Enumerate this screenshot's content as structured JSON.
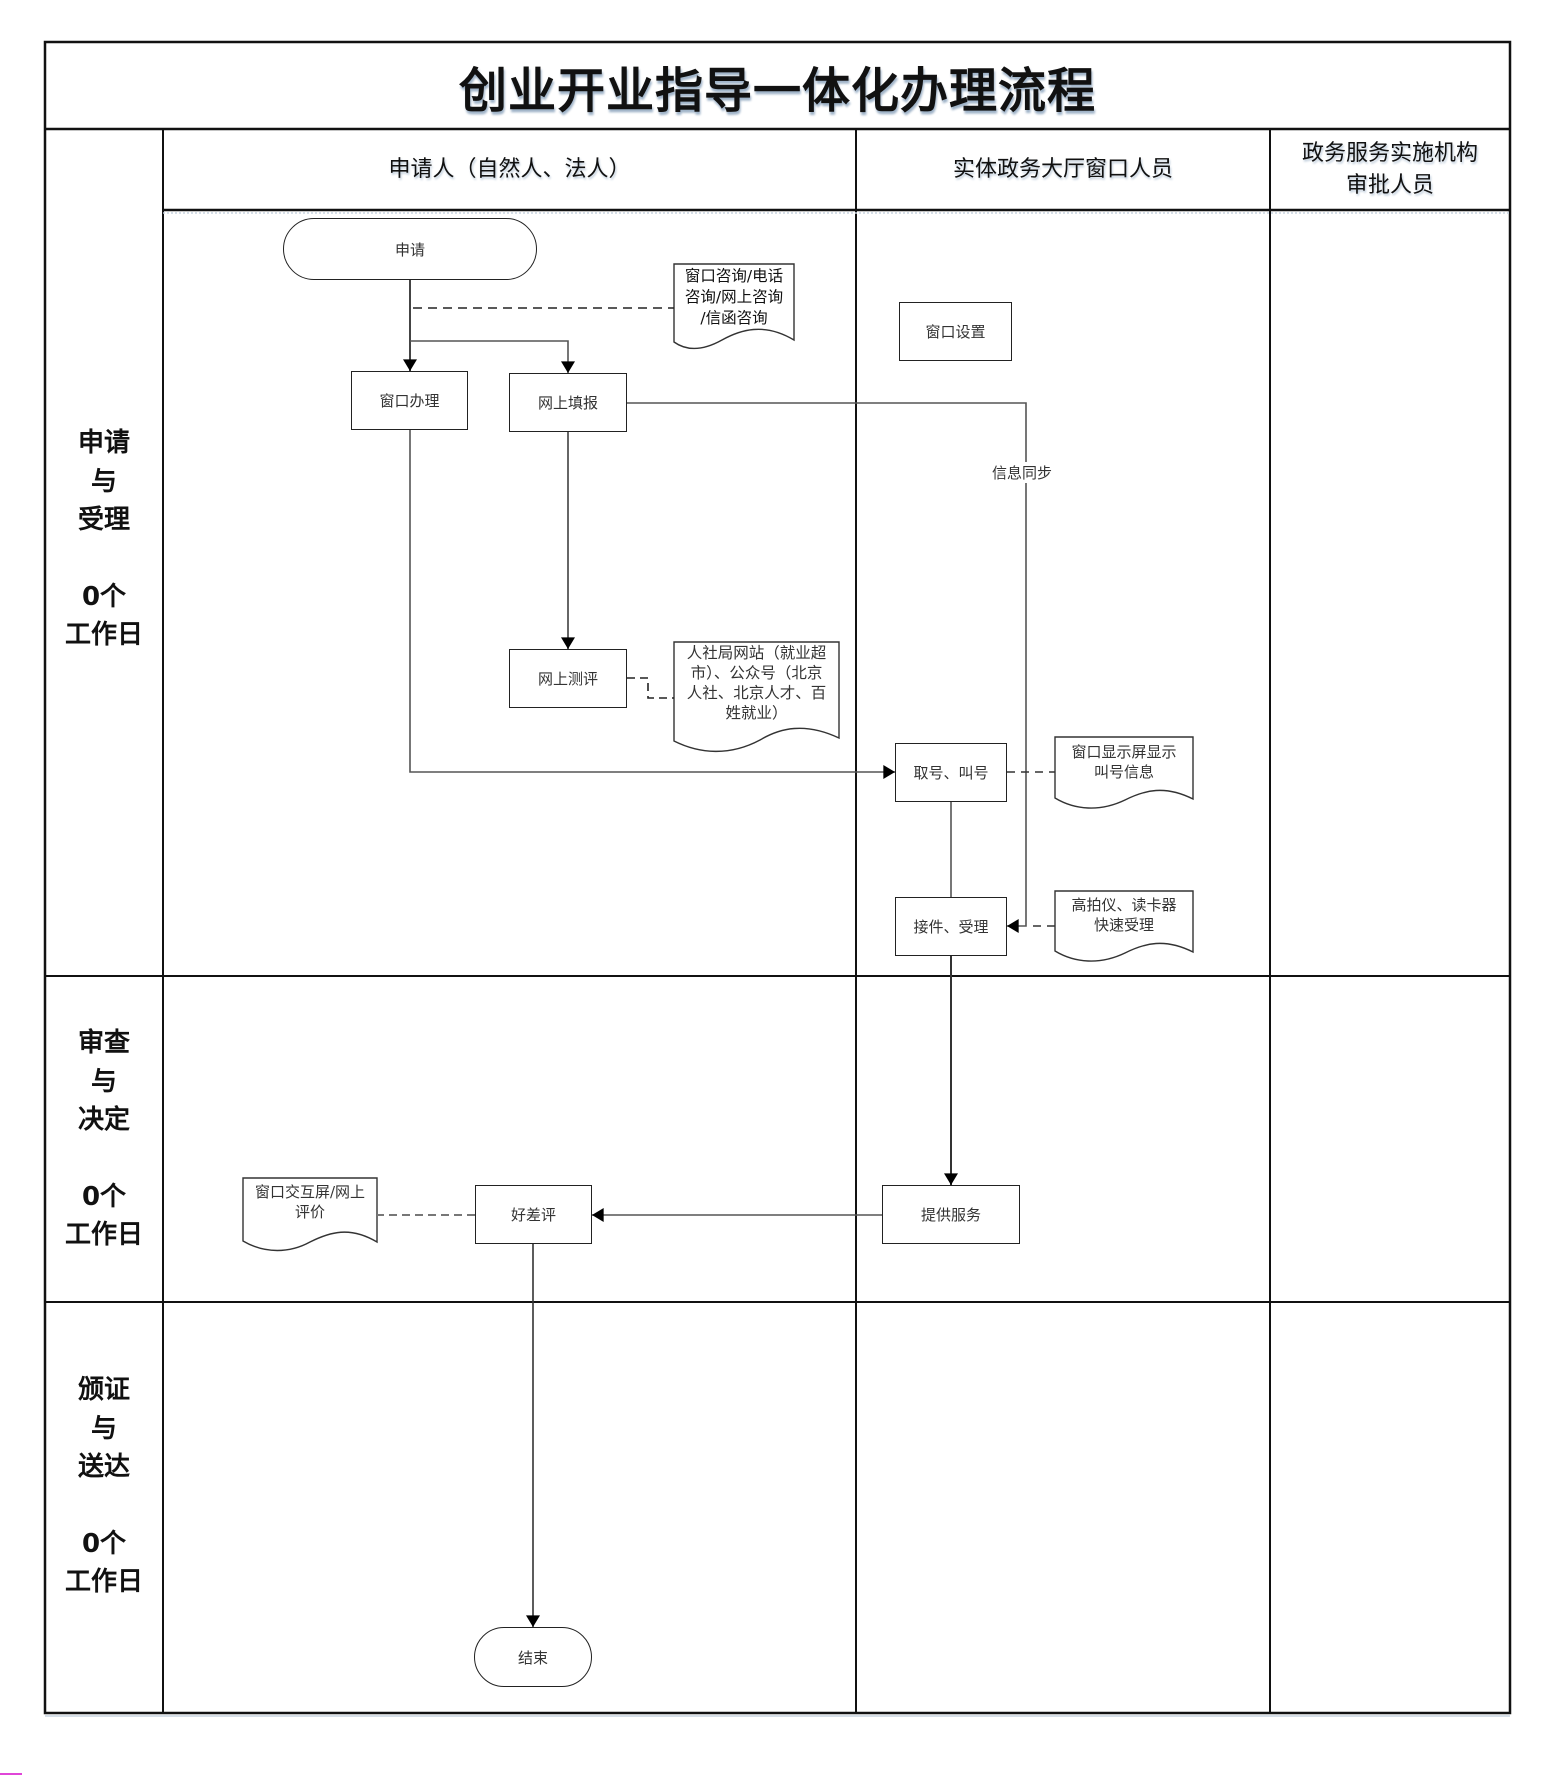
{
  "title": "创业开业指导一体化办理流程",
  "lanes": [
    {
      "id": "applicant",
      "label": "申请人（自然人、法人）"
    },
    {
      "id": "window_staff",
      "label": "实体政务大厅窗口人员"
    },
    {
      "id": "approver",
      "label_lines": [
        "政务服务实施机构",
        "审批人员"
      ]
    }
  ],
  "phases": [
    {
      "id": "apply",
      "name_lines": [
        "申请",
        "与",
        "受理"
      ],
      "duration_lines": [
        "0个",
        "工作日"
      ]
    },
    {
      "id": "review",
      "name_lines": [
        "审查",
        "与",
        "决定"
      ],
      "duration_lines": [
        "0个",
        "工作日"
      ]
    },
    {
      "id": "issue",
      "name_lines": [
        "颁证",
        "与",
        "送达"
      ],
      "duration_lines": [
        "0个",
        "工作日"
      ]
    }
  ],
  "nodes": {
    "start": {
      "label": "申请",
      "shape": "terminator",
      "lane": "applicant",
      "phase": "apply"
    },
    "window_handle": {
      "label": "窗口办理",
      "shape": "process",
      "lane": "applicant",
      "phase": "apply"
    },
    "online_fill": {
      "label": "网上填报",
      "shape": "process",
      "lane": "applicant",
      "phase": "apply"
    },
    "online_assess": {
      "label": "网上测评",
      "shape": "process",
      "lane": "applicant",
      "phase": "apply"
    },
    "window_setup": {
      "label": "窗口设置",
      "shape": "process",
      "lane": "window_staff",
      "phase": "apply"
    },
    "queue": {
      "label": "取号、叫号",
      "shape": "process",
      "lane": "window_staff",
      "phase": "apply"
    },
    "accept": {
      "label": "接件、受理",
      "shape": "process",
      "lane": "window_staff",
      "phase": "apply"
    },
    "provide_service": {
      "label": "提供服务",
      "shape": "process",
      "lane": "window_staff",
      "phase": "review"
    },
    "rating": {
      "label": "好差评",
      "shape": "process",
      "lane": "applicant",
      "phase": "review"
    },
    "end": {
      "label": "结束",
      "shape": "terminator",
      "lane": "applicant",
      "phase": "issue"
    }
  },
  "documents": {
    "consult": {
      "lines": [
        "窗口咨询/电话",
        "咨询/网上咨询",
        "/信函咨询"
      ]
    },
    "hrss_sites": {
      "lines": [
        "人社局网站（就业超",
        "市）、公众号（北京",
        "人社、北京人才、百",
        "姓就业）"
      ]
    },
    "queue_display": {
      "lines": [
        "窗口显示屏显示",
        "叫号信息"
      ]
    },
    "scanner": {
      "lines": [
        "高拍仪、读卡器",
        "快速受理"
      ]
    },
    "rating_channels": {
      "lines": [
        "窗口交互屏/网上",
        "评价"
      ]
    }
  },
  "edges": [
    {
      "from": "start",
      "to": "window_handle",
      "style": "solid",
      "arrow": true
    },
    {
      "from": "start",
      "to": "online_fill",
      "style": "solid",
      "arrow": true
    },
    {
      "from": "start",
      "to": "consult",
      "style": "dashed",
      "arrow": false
    },
    {
      "from": "online_fill",
      "to": "online_assess",
      "style": "solid",
      "arrow": true
    },
    {
      "from": "online_assess",
      "to": "hrss_sites",
      "style": "dashed",
      "arrow": false
    },
    {
      "from": "window_handle",
      "to": "queue",
      "style": "solid",
      "arrow": true
    },
    {
      "from": "online_fill",
      "to": "accept",
      "style": "solid",
      "arrow": true,
      "label": "信息同步"
    },
    {
      "from": "queue",
      "to": "queue_display",
      "style": "dashed",
      "arrow": false
    },
    {
      "from": "queue",
      "to": "accept",
      "style": "solid",
      "arrow": false
    },
    {
      "from": "scanner",
      "to": "accept",
      "style": "dashed",
      "arrow": true
    },
    {
      "from": "accept",
      "to": "provide_service",
      "style": "solid",
      "arrow": true
    },
    {
      "from": "provide_service",
      "to": "rating",
      "style": "solid",
      "arrow": true
    },
    {
      "from": "rating",
      "to": "rating_channels",
      "style": "dashed",
      "arrow": false
    },
    {
      "from": "rating",
      "to": "end",
      "style": "solid",
      "arrow": true
    }
  ],
  "edge_labels": {
    "sync": "信息同步"
  },
  "colors": {
    "grid": "#111111",
    "connector": "#555555",
    "shape_border": "#222222",
    "title_shadow": "#9fb3c8"
  }
}
